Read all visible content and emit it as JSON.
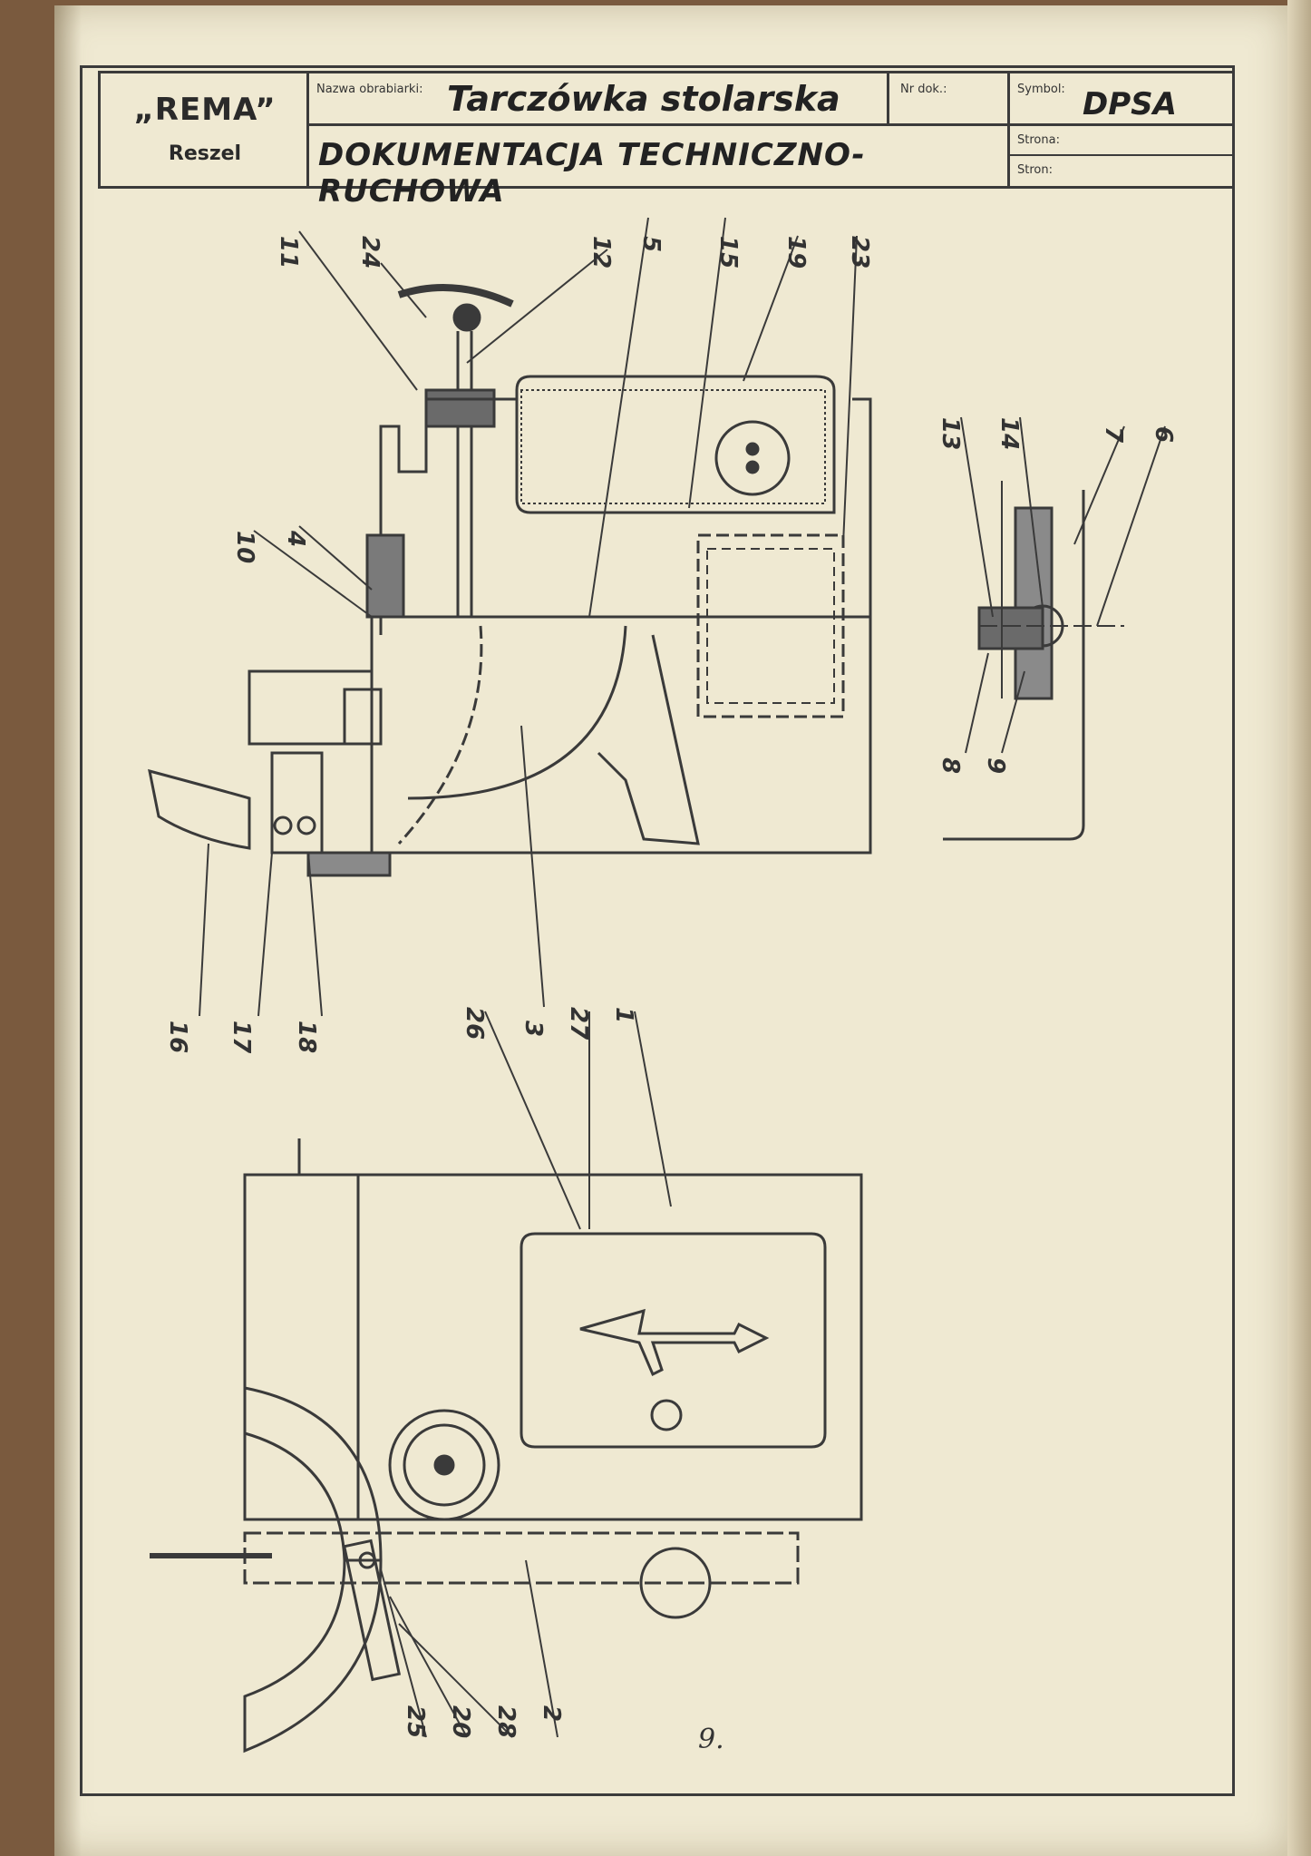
{
  "title_block": {
    "company": "„REMA”",
    "city": "Reszel",
    "machine_name_label": "Nazwa obrabiarki:",
    "machine_name": "Tarczówka stolarska",
    "doc_no_label": "Nr dok.:",
    "symbol_label": "Symbol:",
    "symbol": "DPSA",
    "doc_title": "DOKUMENTACJA TECHNICZNO-RUCHOWA",
    "page_label": "Strona:",
    "pages_label": "Stron:"
  },
  "part_labels": {
    "top_view": [
      "11",
      "24",
      "12",
      "5",
      "15",
      "19",
      "23",
      "10",
      "4",
      "16",
      "17",
      "18",
      "3"
    ],
    "detail_view": [
      "13",
      "14",
      "7",
      "6",
      "8",
      "9"
    ],
    "bottom_view": [
      "26",
      "27",
      "1",
      "25",
      "20",
      "28",
      "2"
    ]
  },
  "page_number": "9."
}
